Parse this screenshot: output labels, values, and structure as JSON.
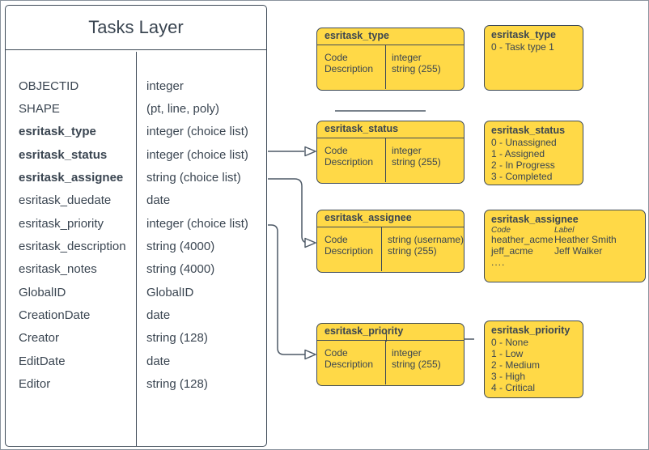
{
  "tasks_table": {
    "title": "Tasks Layer",
    "fields": [
      {
        "name": "OBJECTID",
        "type": "integer"
      },
      {
        "name": "SHAPE",
        "type": "(pt, line, poly)"
      },
      {
        "name": "esritask_type",
        "type": "integer (choice list)"
      },
      {
        "name": "esritask_status",
        "type": "integer (choice list)"
      },
      {
        "name": "esritask_assignee",
        "type": "string (choice list)"
      },
      {
        "name": "esritask_duedate",
        "type": "date"
      },
      {
        "name": "esritask_priority",
        "type": "integer (choice list)"
      },
      {
        "name": "esritask_description",
        "type": "string (4000)"
      },
      {
        "name": "esritask_notes",
        "type": "string (4000)"
      },
      {
        "name": "GlobalID",
        "type": "GlobalID"
      },
      {
        "name": "CreationDate",
        "type": "date"
      },
      {
        "name": "Creator",
        "type": "string (128)"
      },
      {
        "name": "EditDate",
        "type": "date"
      },
      {
        "name": "Editor",
        "type": "string (128)"
      }
    ]
  },
  "domain_tables": [
    {
      "title": "esritask_type",
      "col1": [
        "Code",
        "Description"
      ],
      "col2": [
        "integer",
        "string (255)"
      ]
    },
    {
      "title": "esritask_status",
      "col1": [
        "Code",
        "Description"
      ],
      "col2": [
        "integer",
        "string (255)"
      ]
    },
    {
      "title": "esritask_assignee",
      "col1": [
        "Code",
        "Description"
      ],
      "col2": [
        "string (username)",
        "string (255)"
      ]
    },
    {
      "title": "esritask_priority",
      "col1": [
        "Code",
        "Description"
      ],
      "col2": [
        "integer",
        "string (255)"
      ]
    }
  ],
  "value_lists": [
    {
      "title": "esritask_type",
      "items": [
        "0 - Task type 1"
      ]
    },
    {
      "title": "esritask_status",
      "items": [
        "0 - Unassigned",
        "1 - Assigned",
        "2 - In Progress",
        "3 - Completed"
      ]
    },
    {
      "title": "esritask_assignee",
      "col_headers": [
        "Code",
        "Label"
      ],
      "rows": [
        [
          "heather_acme",
          "Heather Smith"
        ],
        [
          "jeff_acme",
          "Jeff Walker"
        ]
      ],
      "more": "...."
    },
    {
      "title": "esritask_priority",
      "items": [
        "0 - None",
        "1 - Low",
        "2 - Medium",
        "3 - High",
        "4 - Critical"
      ]
    }
  ],
  "colors": {
    "box_fill": "#FFD947",
    "box_border": "#3E4A57",
    "text": "#3A4551",
    "connector": "#4D5966"
  }
}
